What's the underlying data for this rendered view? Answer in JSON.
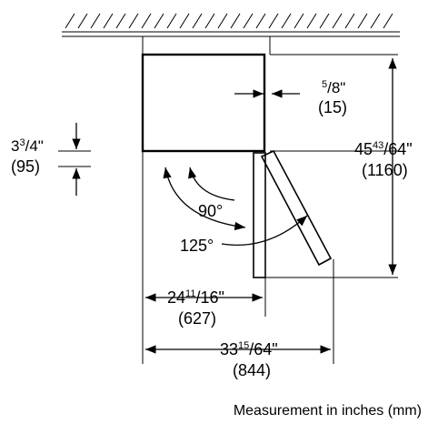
{
  "dimensions": {
    "gap_side": {
      "whole": "",
      "sup": "5",
      "rest": "/8\"",
      "mm": "(15)"
    },
    "gap_top": {
      "whole": "3",
      "sup": "3",
      "rest": "/4\"",
      "mm": "(95)"
    },
    "height": {
      "whole": "45",
      "sup": "43",
      "rest": "/64\"",
      "mm": "(1160)"
    },
    "depth_closed": {
      "whole": "24",
      "sup": "11",
      "rest": "/16\"",
      "mm": "(627)"
    },
    "depth_open": {
      "whole": "33",
      "sup": "15",
      "rest": "/64\"",
      "mm": "(844)"
    }
  },
  "angles": {
    "a90": "90°",
    "a125": "125°"
  },
  "caption": "Measurement in inches (mm)"
}
